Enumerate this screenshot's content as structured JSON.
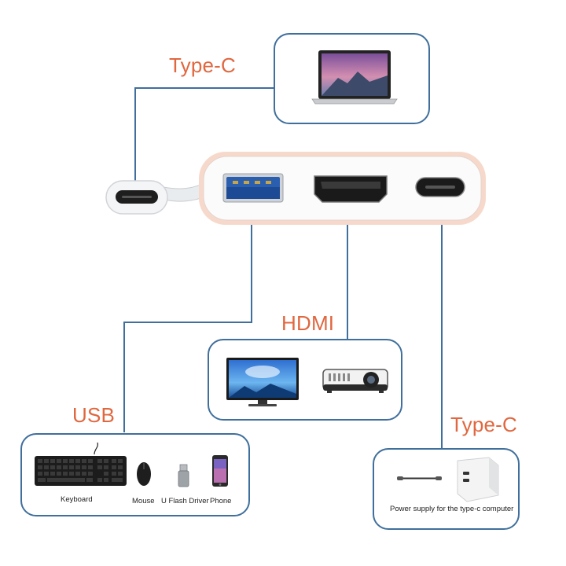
{
  "labels": {
    "typec_top": "Type-C",
    "hdmi": "HDMI",
    "usb": "USB",
    "typec_right": "Type-C"
  },
  "usb_devices": [
    {
      "label": "Keyboard",
      "icon": "keyboard-icon"
    },
    {
      "label": "Mouse",
      "icon": "mouse-icon"
    },
    {
      "label": "U Flash Driver",
      "icon": "usb-flash-drive-icon"
    },
    {
      "label": "Phone",
      "icon": "phone-icon"
    }
  ],
  "hdmi_devices": [
    {
      "icon": "monitor-icon"
    },
    {
      "icon": "projector-icon"
    }
  ],
  "power": {
    "caption": "Power supply for the type-c computer",
    "icons": [
      "usb-c-cable-icon",
      "power-adapter-icon"
    ]
  },
  "laptop": {
    "icon": "laptop-icon"
  },
  "colors": {
    "label": "#e0673f",
    "connector_line": "#3f6f9c",
    "hub_border": "#f2c9b9"
  }
}
